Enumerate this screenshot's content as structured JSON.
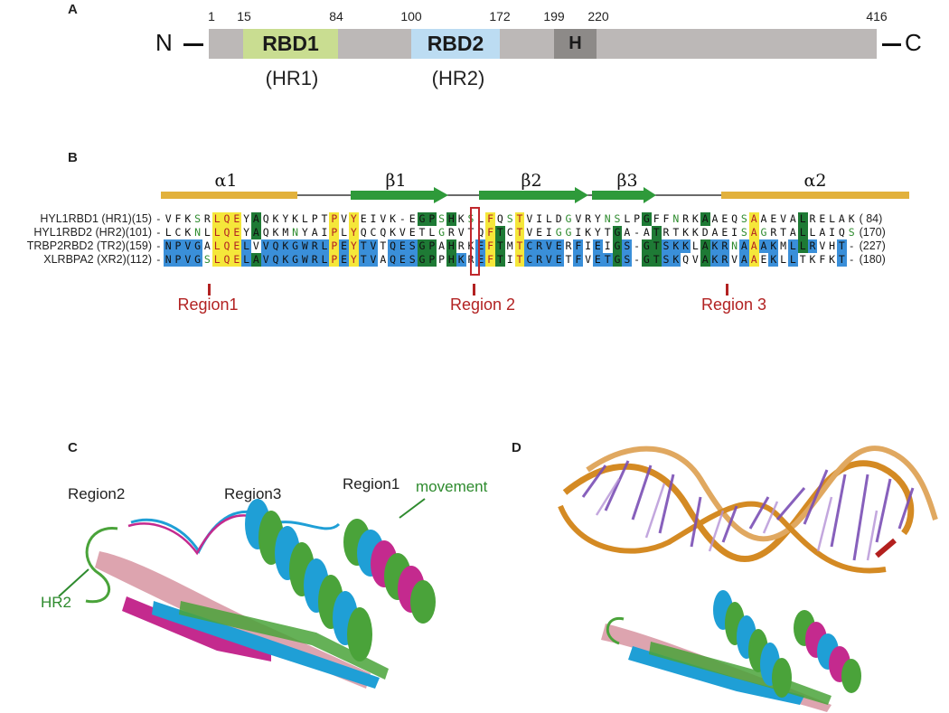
{
  "panels": {
    "a": "A",
    "b": "B",
    "c": "C",
    "d": "D"
  },
  "domain_map": {
    "n_term": "N",
    "c_term": "C",
    "positions": [
      "1",
      "15",
      "84",
      "100",
      "172",
      "199",
      "220",
      "416"
    ],
    "domains": [
      {
        "label": "RBD1",
        "sub": "(HR1)",
        "color": "#c9dd91"
      },
      {
        "label": "RBD2",
        "sub": "(HR2)",
        "color": "#bcdcf2"
      },
      {
        "label": "H",
        "sub": "",
        "color": "#8d8a88"
      }
    ],
    "bar_color": "#bcb8b7"
  },
  "secondary_structure": [
    "α1",
    "β1",
    "β2",
    "β3",
    "α2"
  ],
  "alignment": {
    "rows": [
      {
        "name": "HYL1RBD1 (HR1)(15)",
        "seq": "-VFKSRLQEYAQKYKLPTPVYEIVK-EGPSHKSLFQSTVILDGVRYNSLPGFFNRKAAEQSAAEVALRELAK",
        "end": "( 84)"
      },
      {
        "name": "HYL1RBD2 (HR2)(101)",
        "seq": "-LCKNLLQEYAQKMNYAIPLYQCQKVETLGRVTQFTCTVEIGGIKYTGA-ATRTKKDAEISAGRTALLAIQS",
        "end": "(170)"
      },
      {
        "name": "TRBP2RBD2 (TR2)(159)",
        "seq": "-NPVGALQELVVQKGWRLPEYTVTQESGPAHRKEFTMTCRVERFIEIGS-GTSKKLAKRNAAAKMLLRVHT-",
        "end": "(227)"
      },
      {
        "name": "XLRBPA2 (XR2)(112)",
        "seq": "-NPVGSLQELAVQKGWRLPEYTVAQESGPPHKREFTITCRVETFVETGS-GTSKQVAKRVAAEKLLTKFKT-",
        "end": "(180)"
      }
    ],
    "regions": [
      "Region1",
      "Region 2",
      "Region 3"
    ]
  },
  "panel_c": {
    "labels": [
      "Region2",
      "Region3",
      "Region1"
    ],
    "movement": "movement",
    "hr2": "HR2"
  },
  "colors": {
    "helix": "#e2b13c",
    "strand": "#2e9a3a",
    "region": "#b22222",
    "blue": "#3a8fd9",
    "green": "#1e7a35",
    "yellow": "#f5e73a",
    "ribbon_green": "#4aa33a",
    "ribbon_blue": "#1f9fd6",
    "ribbon_magenta": "#c42a8e",
    "ribbon_pink": "#d99aa6",
    "rna": "#d48a23"
  }
}
